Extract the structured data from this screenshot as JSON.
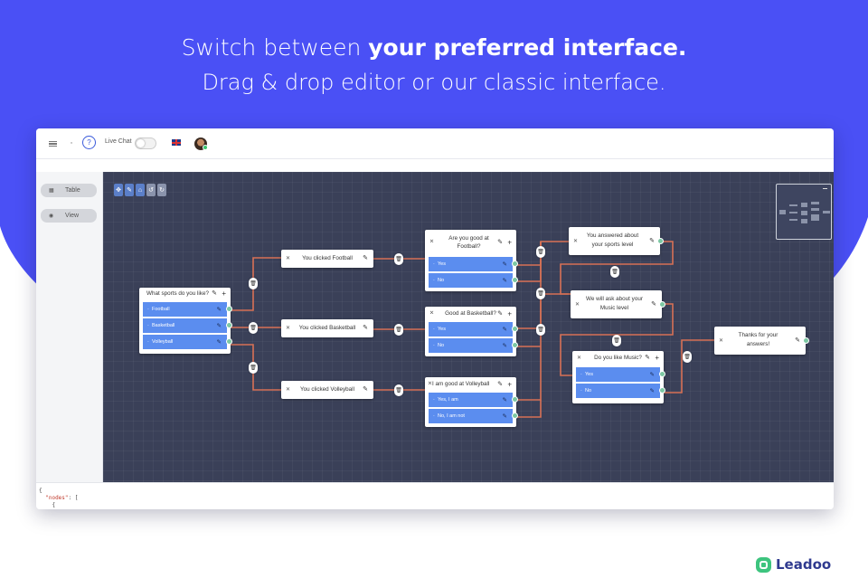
{
  "hero": {
    "line1_normal": "Switch between ",
    "line1_bold": "your preferred interface.",
    "line2": "Drag & drop editor or our classic interface."
  },
  "colors": {
    "hero_background": "#4a50f5",
    "canvas_background": "#3a4058",
    "connector": "#d77155",
    "option_blue": "#5b8def",
    "port_green": "#7cc8a3",
    "brand_green": "#3dc47e",
    "brand_text": "#2f3a8f"
  },
  "topbar": {
    "menu_icon": "hamburger-icon",
    "help_label": "?",
    "live_chat_label": "Live Chat",
    "live_chat_on": false,
    "language_flag": "uk-flag-icon"
  },
  "sidebar": {
    "items": [
      {
        "label": "Table",
        "icon": "table-icon"
      },
      {
        "label": "View",
        "icon": "eye-icon"
      }
    ]
  },
  "toolbar": {
    "tools": [
      "move-icon",
      "pencil-icon",
      "home-icon",
      "undo-icon",
      "refresh-icon"
    ]
  },
  "flow": {
    "q_sports": {
      "title": "What sports do you like?",
      "options": [
        "Football",
        "Basketball",
        "Volleyball"
      ]
    },
    "m_football": {
      "text": "You clicked Football"
    },
    "m_basketball": {
      "text": "You clicked Basketball"
    },
    "m_volleyball": {
      "text": "You clicked Volleyball"
    },
    "q_good_football": {
      "title": "Are you good at Football?",
      "options": [
        "Yes",
        "No"
      ]
    },
    "q_good_basketball": {
      "title": "Good at Basketball?",
      "options": [
        "Yes",
        "No"
      ]
    },
    "q_good_volleyball": {
      "title": "I am good at Volleyball",
      "options": [
        "Yes, I am",
        "No, I am not"
      ]
    },
    "m_answered_sports": {
      "text": "You answered about your sports level"
    },
    "m_ask_music": {
      "text": "We will ask about your Music level"
    },
    "q_like_music": {
      "title": "Do you like Music?",
      "options": [
        "Yes",
        "No"
      ]
    },
    "m_thanks": {
      "text": "Thanks for your answers!"
    }
  },
  "json_panel": {
    "line1": "{",
    "line2_key": "\"nodes\"",
    "line2_rest": ": [",
    "line3": "{"
  },
  "brand": {
    "name": "Leadoo"
  }
}
